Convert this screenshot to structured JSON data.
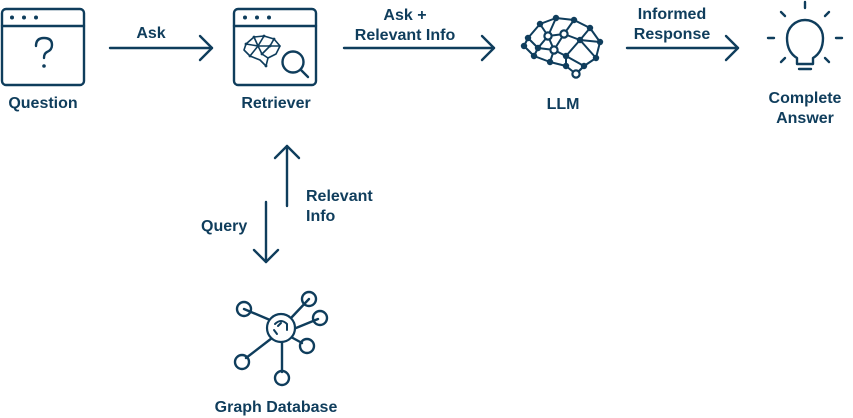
{
  "nodes": {
    "question": "Question",
    "retriever": "Retriever",
    "llm": "LLM",
    "complete_answer_line1": "Complete",
    "complete_answer_line2": "Answer",
    "graph_database": "Graph Database"
  },
  "edges": {
    "ask": "Ask",
    "ask_plus_line1": "Ask +",
    "ask_plus_line2": "Relevant Info",
    "informed_line1": "Informed",
    "informed_line2": "Response",
    "query": "Query",
    "relevant_line1": "Relevant",
    "relevant_line2": "Info"
  },
  "icons": {
    "question": "browser-window-question-icon",
    "retriever": "browser-window-brain-search-icon",
    "llm": "neural-brain-icon",
    "answer": "lightbulb-icon",
    "database": "graph-network-icon"
  },
  "colors": {
    "primary": "#0f3d5c"
  }
}
